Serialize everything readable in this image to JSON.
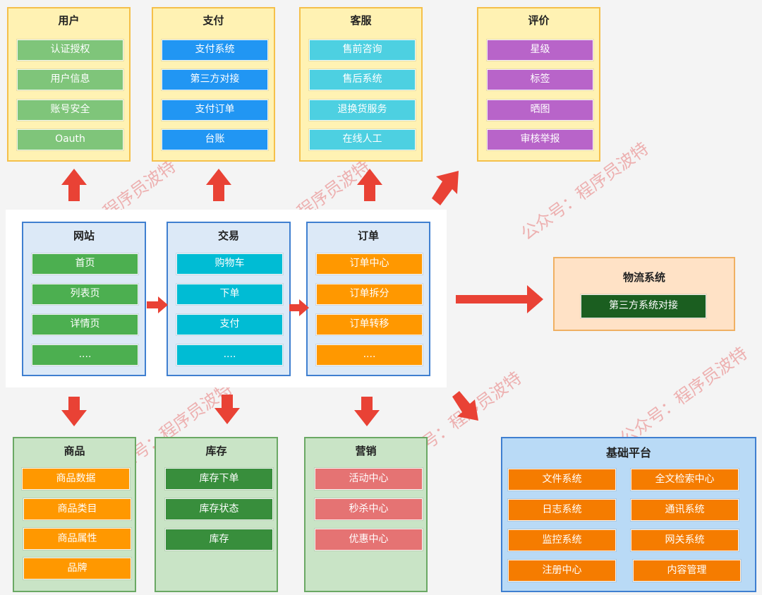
{
  "colors": {
    "user_item": "#7fc57a",
    "pay_item": "#2196f3",
    "service_item": "#4dd0e1",
    "review_item": "#b864c9",
    "website_item": "#4caf50",
    "trade_item": "#00bcd4",
    "order_item": "#ff9800",
    "logistics_item": "#1b5e20",
    "product_item": "#ff9800",
    "inventory_item": "#388e3c",
    "marketing_item": "#e57373",
    "platform_item": "#f57c00",
    "arrow": "#e94235"
  },
  "top": {
    "user": {
      "title": "用户",
      "items": [
        "认证授权",
        "用户信息",
        "账号安全",
        "Oauth"
      ]
    },
    "payment": {
      "title": "支付",
      "items": [
        "支付系统",
        "第三方对接",
        "支付订单",
        "台账"
      ]
    },
    "service": {
      "title": "客服",
      "items": [
        "售前咨询",
        "售后系统",
        "退换货服务",
        "在线人工"
      ]
    },
    "review": {
      "title": "评价",
      "items": [
        "星级",
        "标签",
        "晒图",
        "审核举报"
      ]
    }
  },
  "middle": {
    "website": {
      "title": "网站",
      "items": [
        "首页",
        "列表页",
        "详情页",
        "...."
      ]
    },
    "trade": {
      "title": "交易",
      "items": [
        "购物车",
        "下单",
        "支付",
        "...."
      ]
    },
    "order": {
      "title": "订单",
      "items": [
        "订单中心",
        "订单拆分",
        "订单转移",
        "...."
      ]
    }
  },
  "logistics": {
    "title": "物流系统",
    "items": [
      "第三方系统对接"
    ]
  },
  "bottom": {
    "product": {
      "title": "商品",
      "items": [
        "商品数据",
        "商品类目",
        "商品属性",
        "品牌"
      ]
    },
    "inventory": {
      "title": "库存",
      "items": [
        "库存下单",
        "库存状态",
        "库存"
      ]
    },
    "marketing": {
      "title": "营销",
      "items": [
        "活动中心",
        "秒杀中心",
        "优惠中心"
      ]
    }
  },
  "platform": {
    "title": "基础平台",
    "items": [
      "文件系统",
      "全文检索中心",
      "日志系统",
      "通讯系统",
      "监控系统",
      "网关系统",
      "注册中心",
      "内容管理"
    ]
  },
  "watermark": "公众号：程序员波特"
}
